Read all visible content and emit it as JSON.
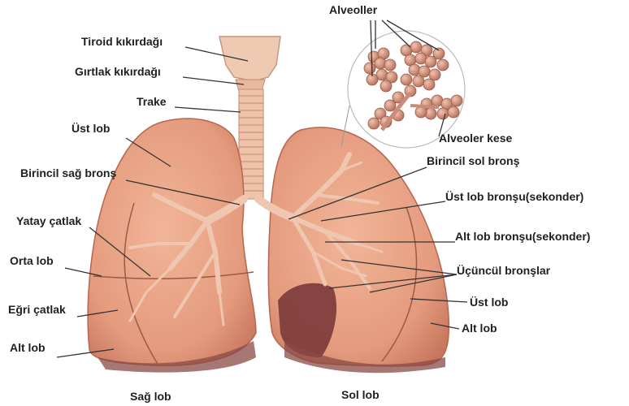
{
  "labels": {
    "tiroid": "Tiroid kıkırdağı",
    "girtlak": "Gırtlak kıkırdağı",
    "trake": "Trake",
    "ust_lob_sag": "Üst lob",
    "birincil_sag": "Birincil sağ bronş",
    "yatay_catlak": "Yatay çatlak",
    "orta_lob": "Orta lob",
    "egri_catlak": "Eğri çatlak",
    "alt_lob_sag": "Alt lob",
    "sag_lob": "Sağ lob",
    "alveoller": "Alveoller",
    "alveoler_kese": "Alveoler kese",
    "birincil_sol": "Birincil sol bronş",
    "ust_lob_bronsu": "Üst lob bronşu(sekonder)",
    "alt_lob_bronsu": "Alt lob bronşu(sekonder)",
    "ucuncul": "Üçüncül bronşlar",
    "ust_lob_sol": "Üst lob",
    "alt_lob_sol": "Alt lob",
    "sol_lob": "Sol lob"
  },
  "colors": {
    "lung_fill": "#e7a084",
    "lung_shadow": "#c26f5a",
    "cavity": "#7a3a3a",
    "trachea": "#efc3aa",
    "bronchi": "#efc7b0",
    "alveoli": "#c98c78",
    "leader": "#333333"
  }
}
